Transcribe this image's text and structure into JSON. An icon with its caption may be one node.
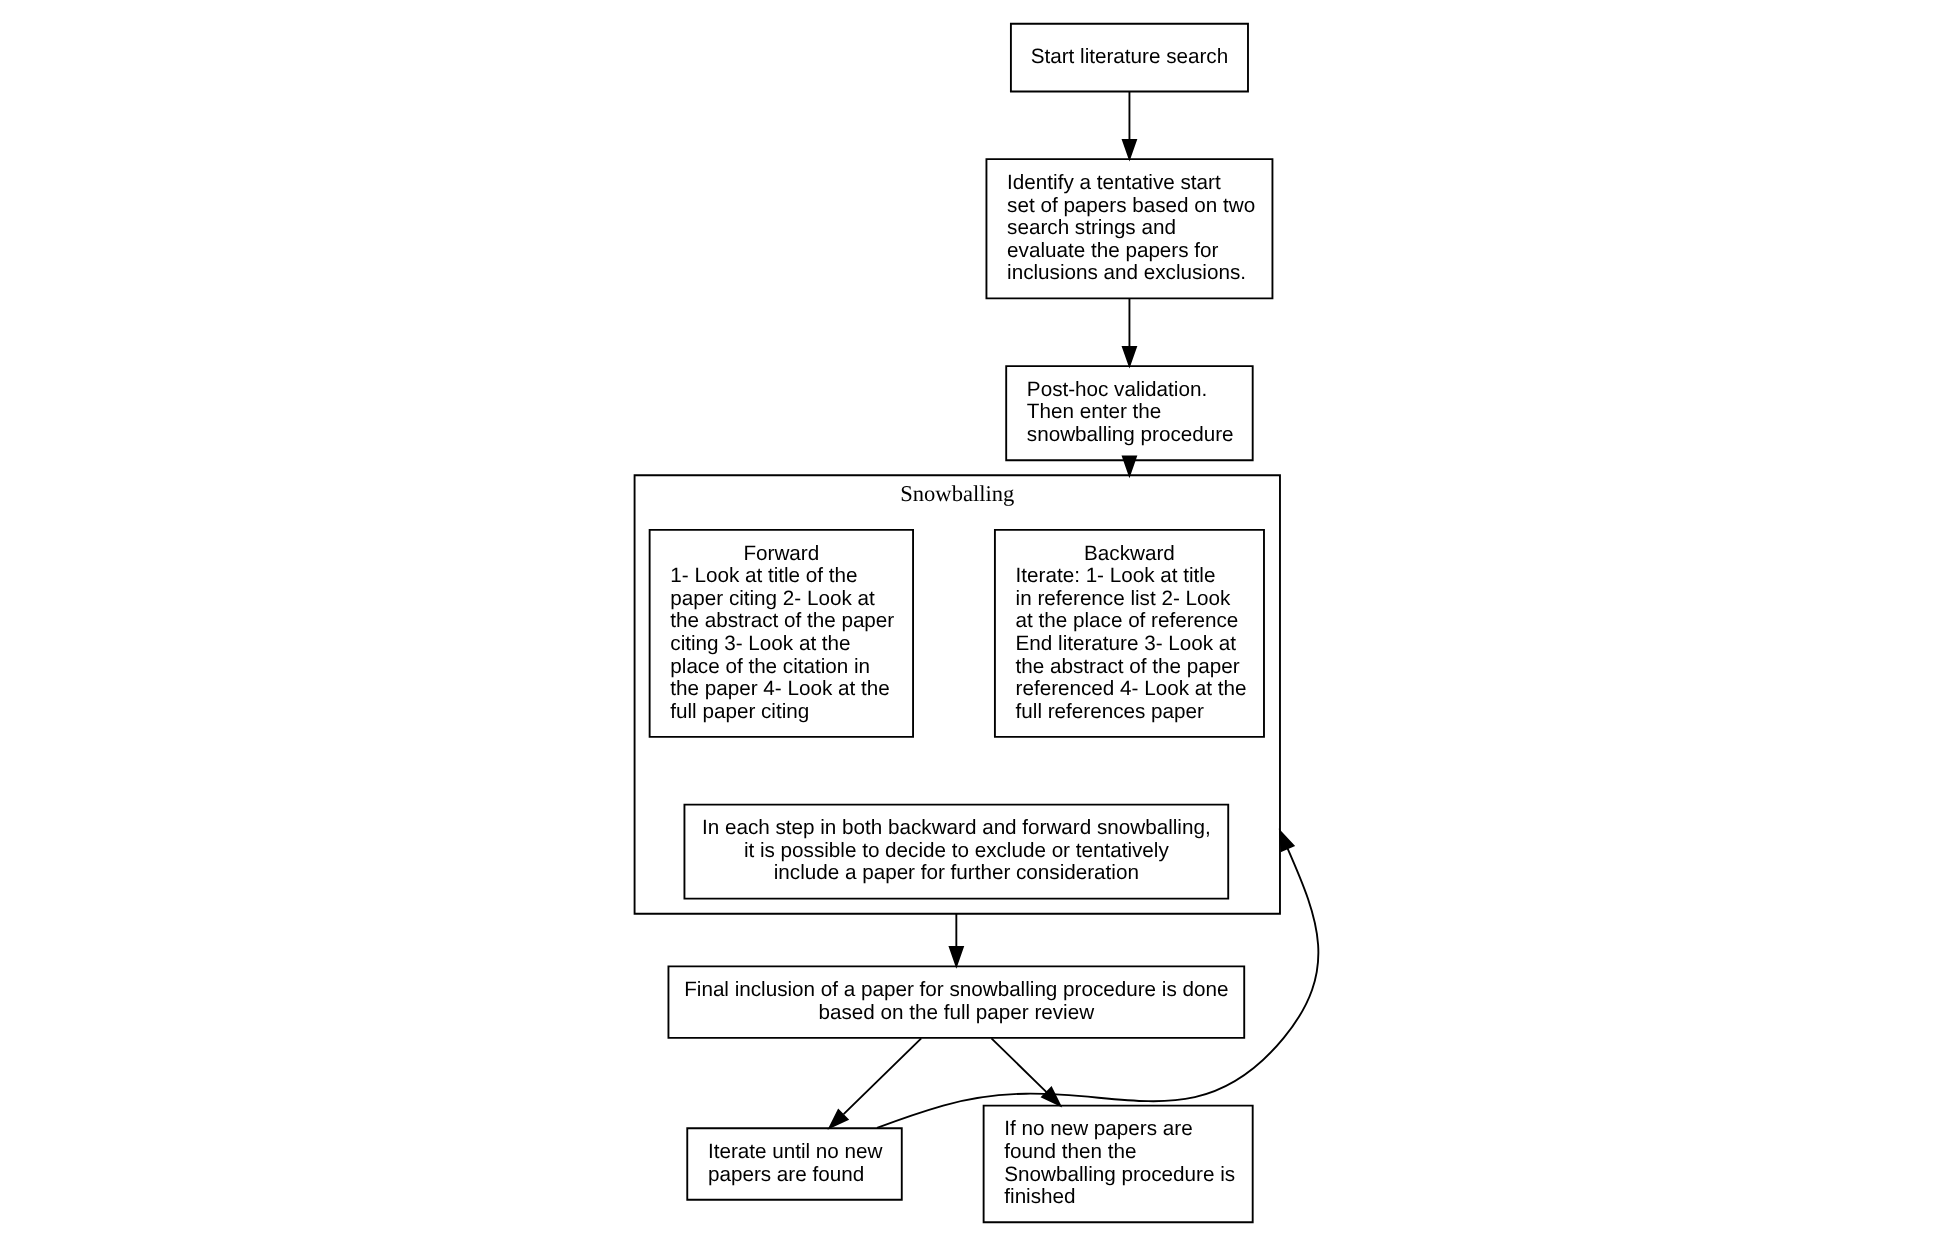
{
  "diagram": {
    "nodes": [
      {
        "text": [
          "Start literature search"
        ]
      },
      {
        "text": [
          "Identify a tentative start set of papers based on two search strings and evaluate the papers for inclusions and exclusions."
        ]
      },
      {
        "text": [
          "Post-hoc validation. Then enter the snowballing procedure"
        ]
      },
      {
        "text": [
          "Snowballing"
        ]
      },
      {
        "text": [
          "Backward",
          "Iterate: 1- Look at title in reference list 2- Look at the place of reference End literature 3- Look at the abstract of the paper referenced 4- Look at the full references paper"
        ],
        "in": 3
      },
      {
        "text": [
          "Forward",
          "1- Look at title of the paper citing 2- Look at the abstract of the paper citing 3- Look at the place of the citation in the paper 4- Look at the full paper citing"
        ],
        "in": 3
      },
      {
        "text": [
          "In each step in both backward and forward snowballing, it is possible to decide to exclude or tentatively include a paper for further consideration"
        ],
        "in": 3
      },
      {
        "text": [
          "Iterate until no new papers are found"
        ]
      },
      {
        "text": [
          "Final inclusion of a paper for snowballing procedure is done based on the full paper review"
        ]
      },
      {
        "text": [
          "If no new papers are found then the Snowballing procedure is finished"
        ]
      }
    ],
    "edges": [
      {
        "from": 0,
        "to": 1,
        "arrow": "to"
      },
      {
        "from": 1,
        "to": 2,
        "arrow": "to"
      },
      {
        "from": 2,
        "to": 3,
        "arrow": "to"
      },
      {
        "from": 3,
        "to": 8,
        "arrow": "to"
      },
      {
        "from": 8,
        "to": 7,
        "arrow": "to"
      },
      {
        "from": 7,
        "to": 3,
        "arrow": "to"
      },
      {
        "from": 8,
        "to": 9,
        "arrow": "to"
      }
    ]
  }
}
